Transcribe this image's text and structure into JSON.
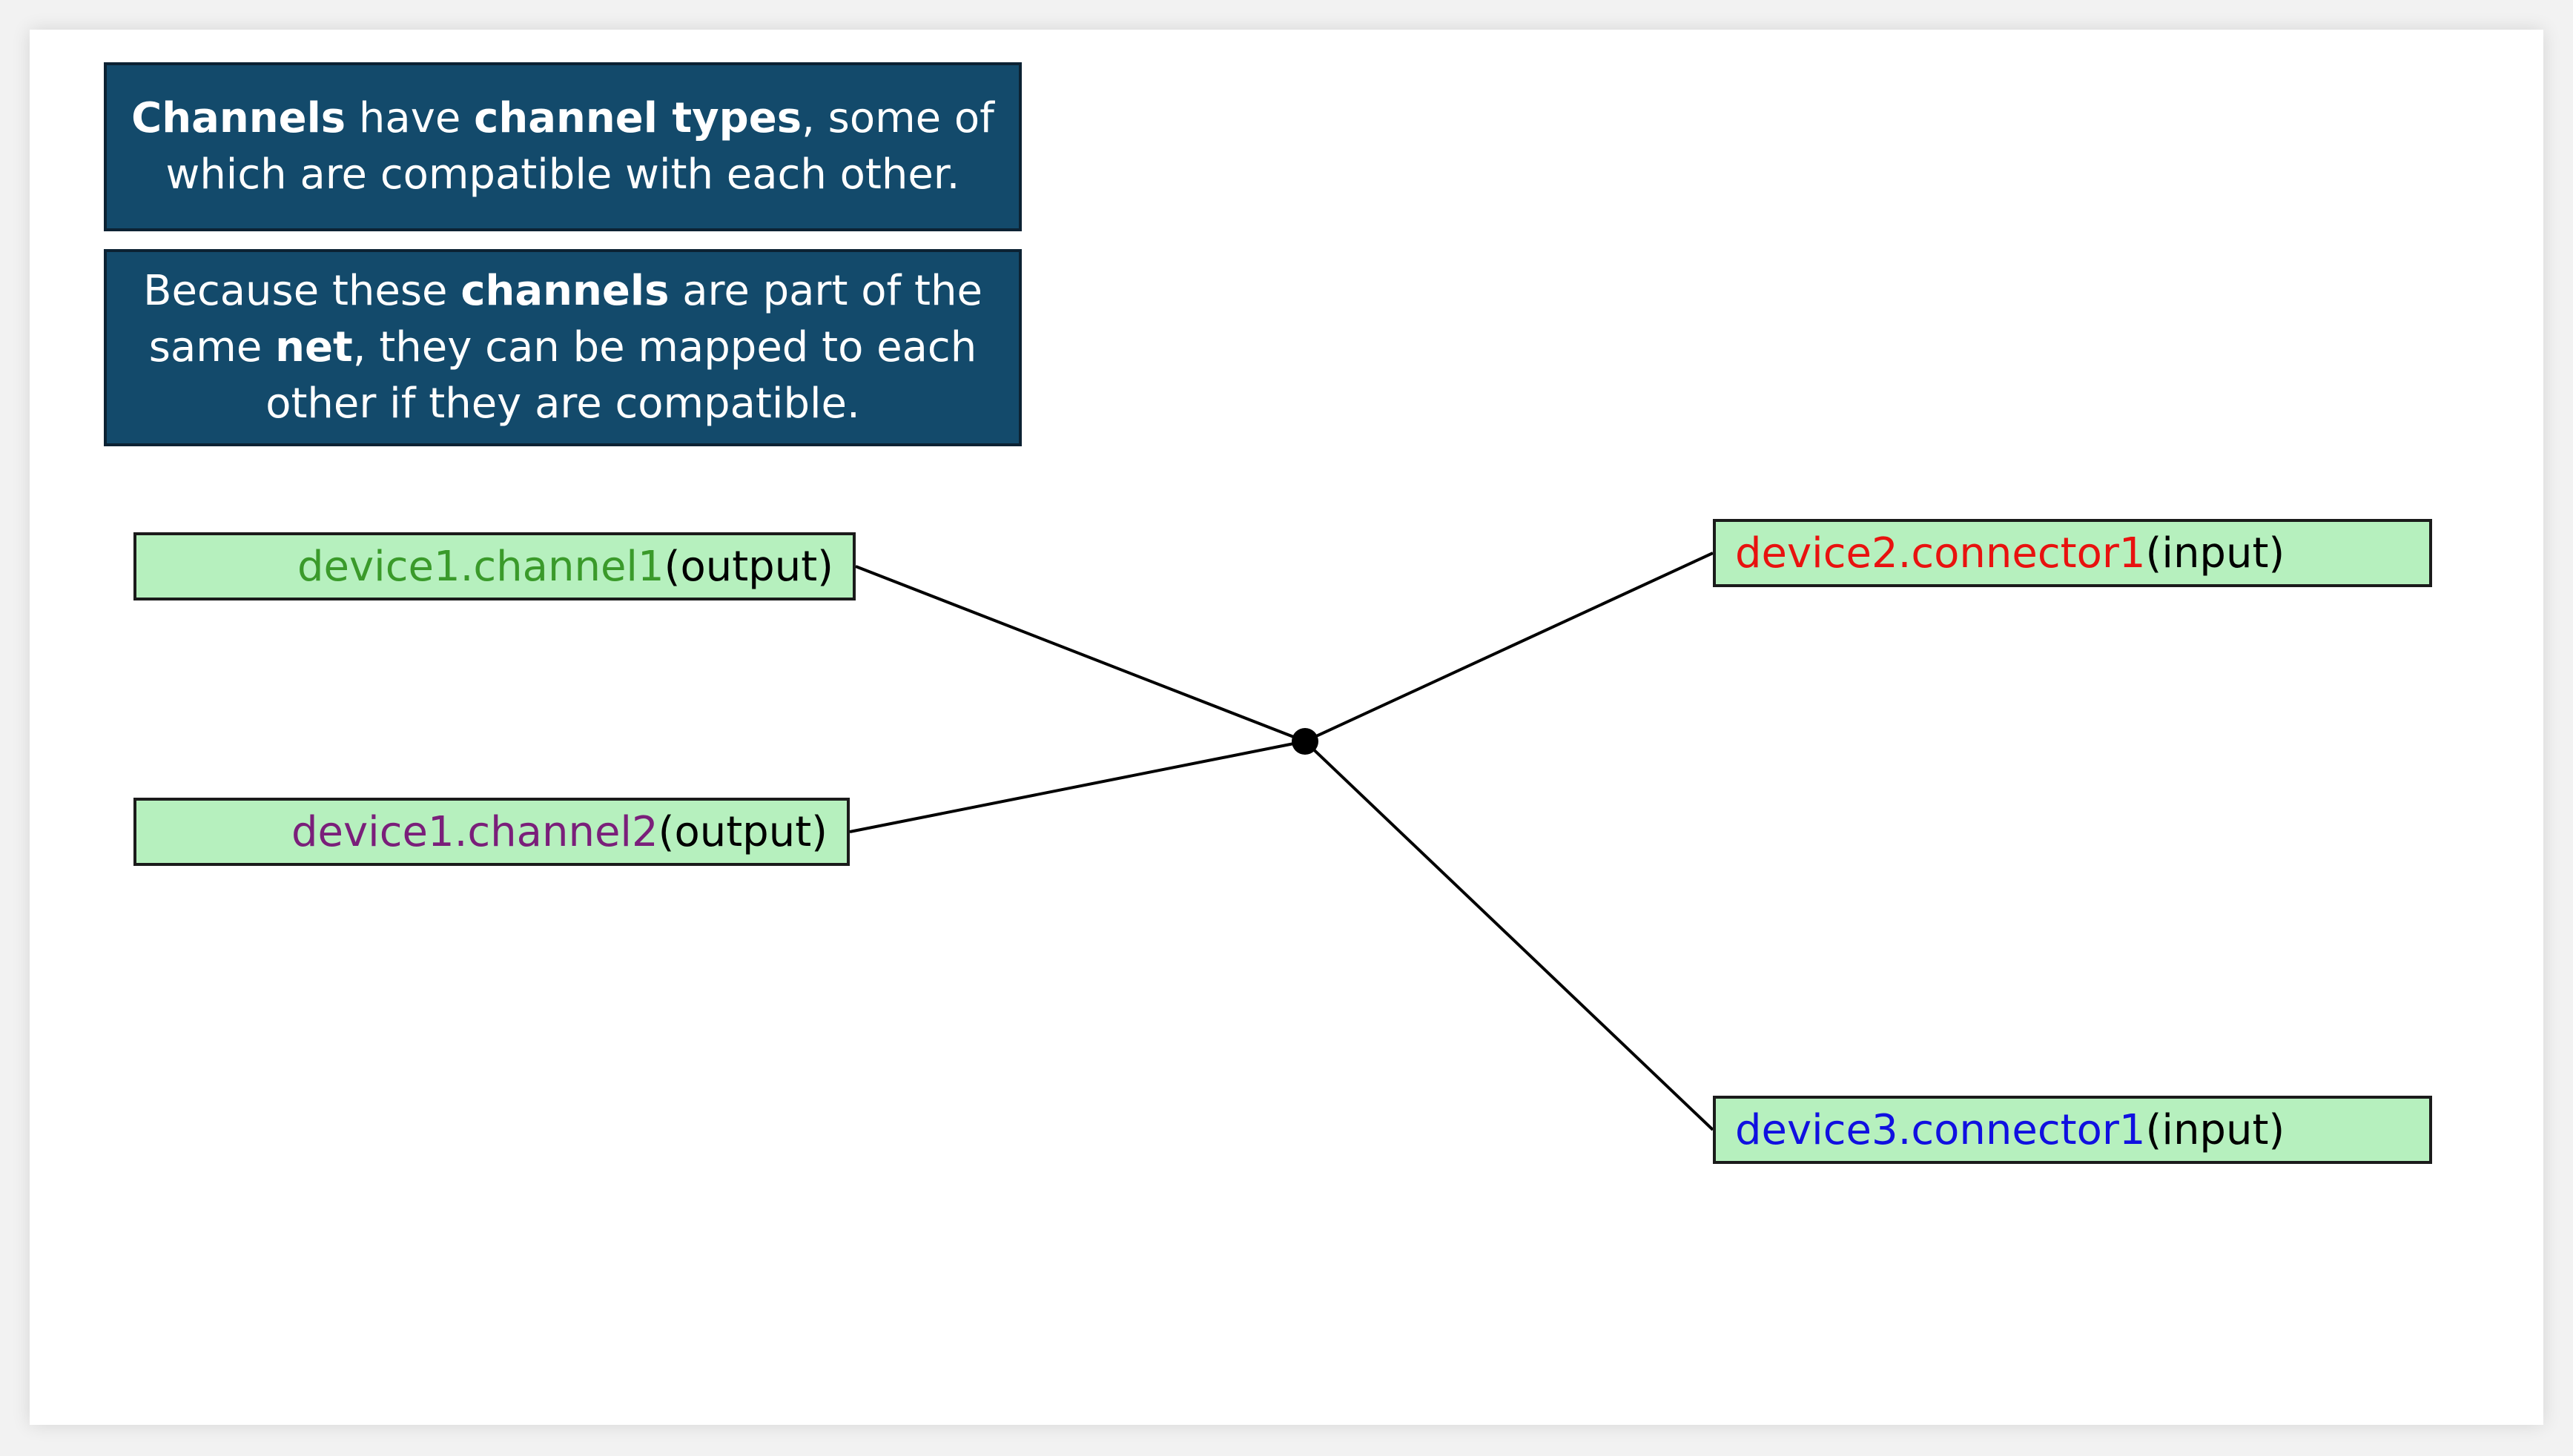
{
  "callouts": [
    {
      "segments": [
        {
          "text": "Channels",
          "bold": true
        },
        {
          "text": " have ",
          "bold": false
        },
        {
          "text": "channel types",
          "bold": true
        },
        {
          "text": ", some of",
          "bold": false
        },
        {
          "br": true
        },
        {
          "text": "which are compatible with each other.",
          "bold": false
        }
      ]
    },
    {
      "segments": [
        {
          "text": "Because these ",
          "bold": false
        },
        {
          "text": "channels",
          "bold": true
        },
        {
          "text": " are part of the",
          "bold": false
        },
        {
          "br": true
        },
        {
          "text": "same ",
          "bold": false
        },
        {
          "text": "net",
          "bold": true
        },
        {
          "text": ", they can be mapped to each",
          "bold": false
        },
        {
          "br": true
        },
        {
          "text": "other if they are compatible.",
          "bold": false
        }
      ]
    }
  ],
  "nodes": {
    "ch1": {
      "name": "device1.channel1",
      "suffix": " (output)",
      "color": "#3a9a2a"
    },
    "ch2": {
      "name": "device1.channel2",
      "suffix": " (output)",
      "color": "#7a1f7a"
    },
    "c2": {
      "name": "device2.connector1",
      "suffix": " (input)",
      "color": "#e8120f"
    },
    "c3": {
      "name": "device3.connector1",
      "suffix": " (input)",
      "color": "#1010e0"
    }
  },
  "colors": {
    "callout_bg": "#134a6b",
    "node_bg": "#b6f0be",
    "wire": "#000000"
  }
}
